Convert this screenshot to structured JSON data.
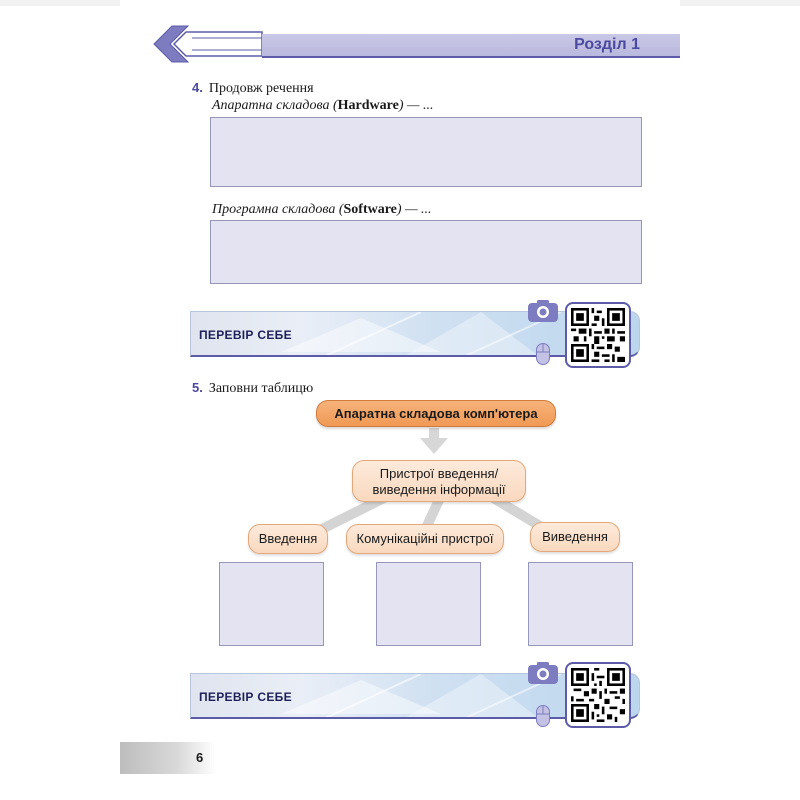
{
  "header": {
    "section": "Розділ 1"
  },
  "task4": {
    "number": "4.",
    "instruction": "Продовж речення",
    "hardware_prefix": "Апаратна складова (",
    "hardware_word": "Hardware",
    "hardware_suffix": ") — ...",
    "software_prefix": "Програмна складова (",
    "software_word": "Software",
    "software_suffix": ") — ..."
  },
  "check": {
    "label": "ПЕРЕВІР СЕБЕ"
  },
  "task5": {
    "number": "5.",
    "instruction": "Заповни таблицю",
    "diagram": {
      "root": "Апаратна складова комп'ютера",
      "io_line1": "Пристрої введення/",
      "io_line2": "виведення інформації",
      "input": "Введення",
      "comm": "Комунікаційні пристрої",
      "output": "Виведення"
    }
  },
  "footer": {
    "page_number": "6"
  },
  "colors": {
    "accent": "#4b4aa0",
    "answer_box": "#e3e3f2",
    "orange": "#f09a55"
  }
}
